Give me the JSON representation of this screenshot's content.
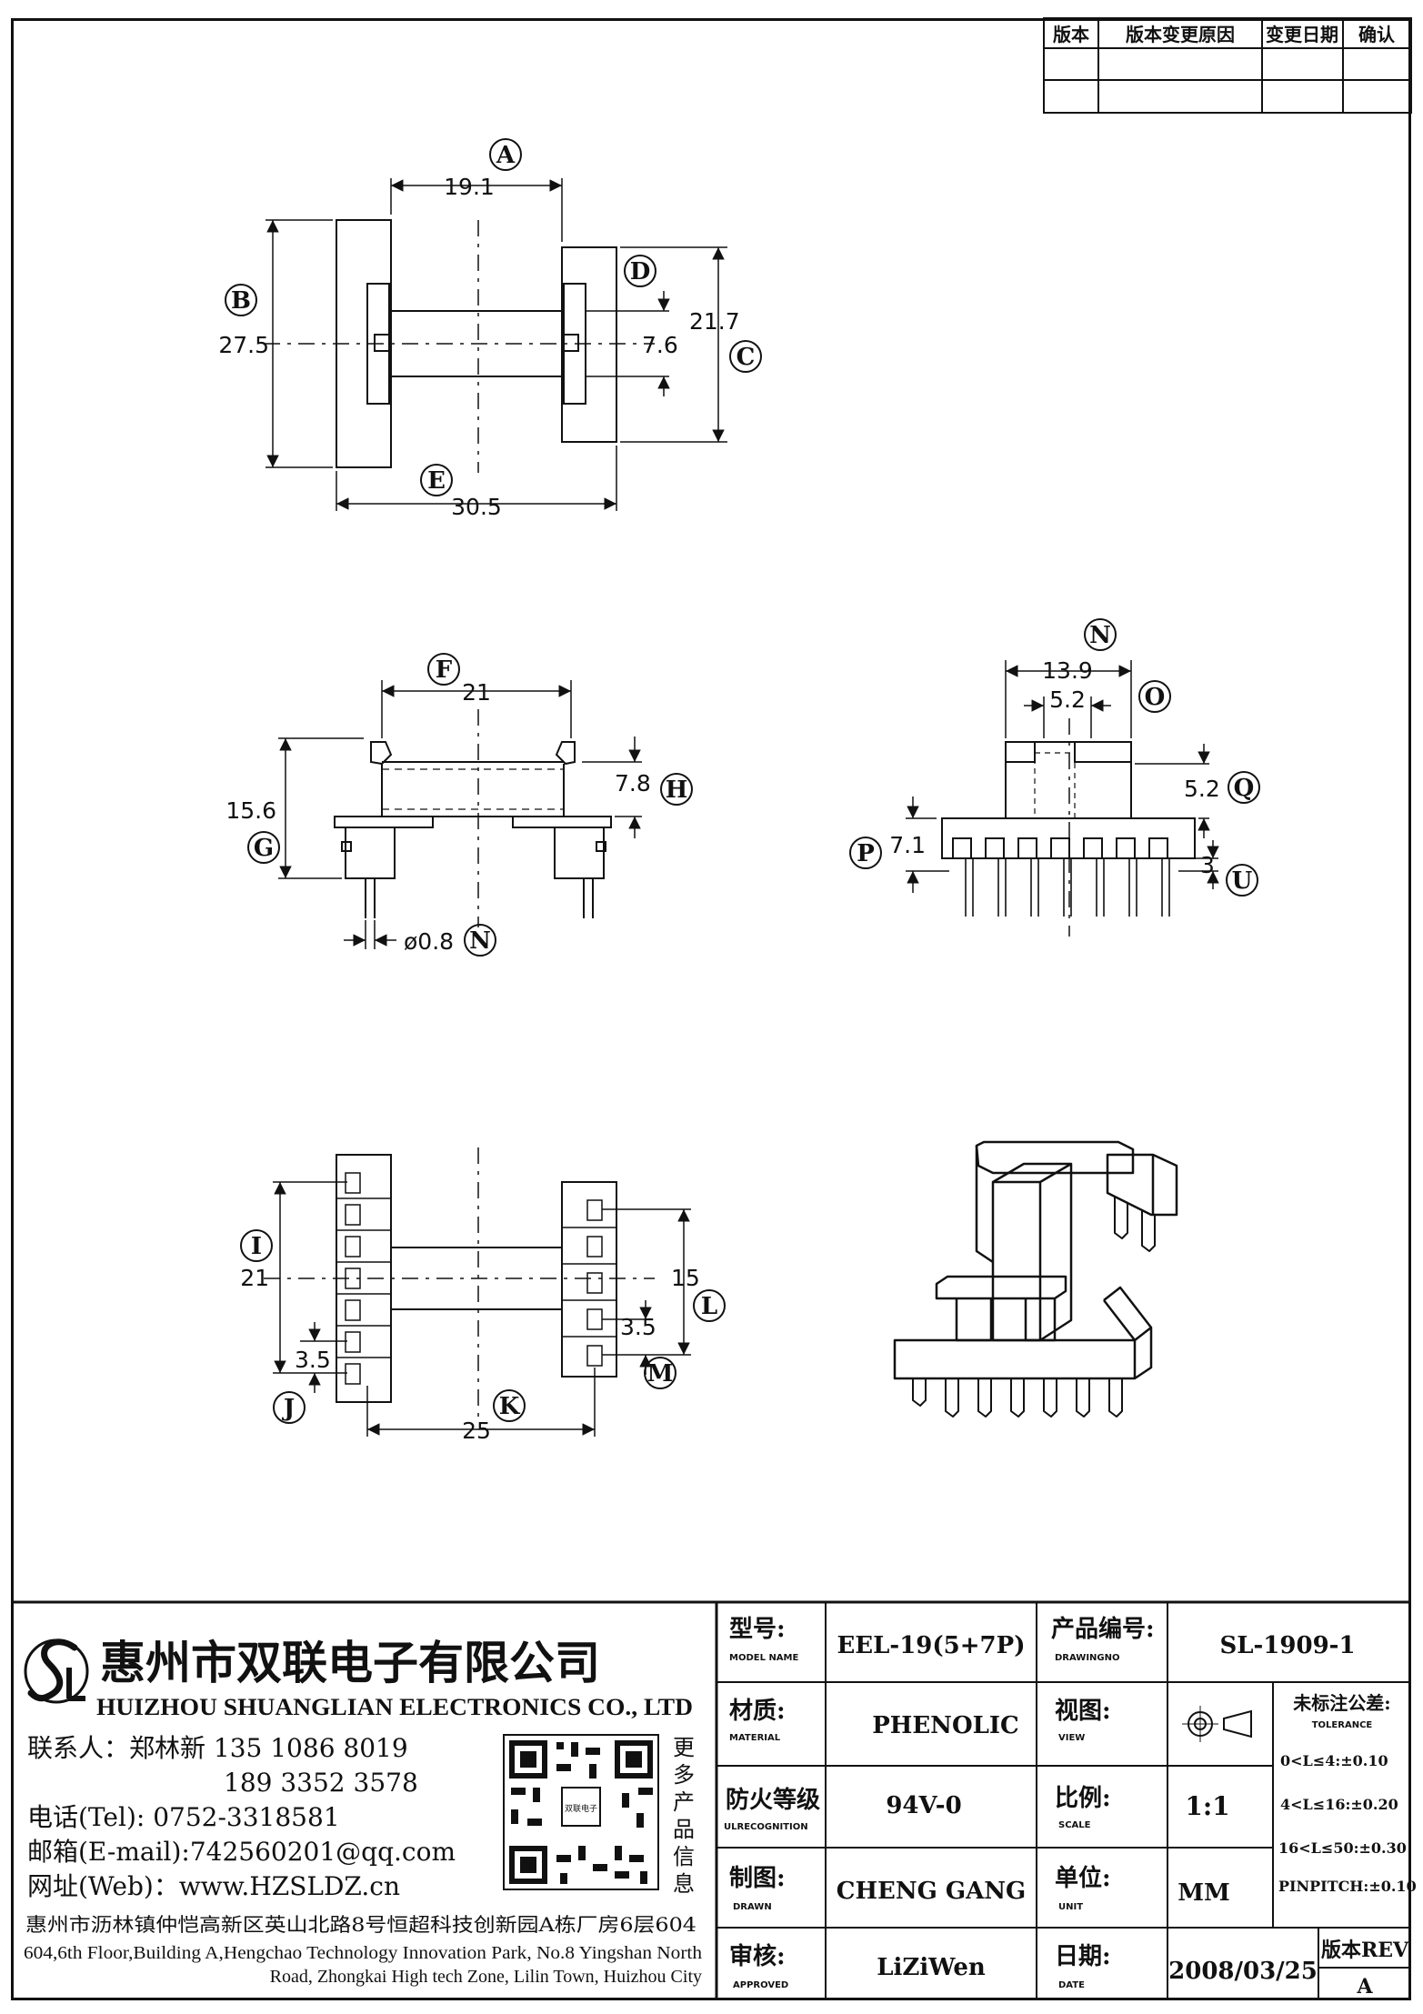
{
  "revision_table": {
    "headers": [
      "版本",
      "版本变更原因",
      "变更日期",
      "确认"
    ]
  },
  "views": {
    "top": {
      "dims": [
        "19.1",
        "27.5",
        "7.6",
        "21.7",
        "30.5"
      ],
      "callouts": [
        "A",
        "B",
        "C",
        "D",
        "E"
      ]
    },
    "front": {
      "dims": [
        "21",
        "15.6",
        "7.8",
        "ø0.8"
      ],
      "callouts": [
        "F",
        "G",
        "H",
        "N"
      ]
    },
    "side": {
      "dims": [
        "13.9",
        "5.2",
        "5.2",
        "7.1",
        "3"
      ],
      "callouts": [
        "N",
        "O",
        "Q",
        "P",
        "U"
      ]
    },
    "bottom": {
      "dims": [
        "21",
        "15",
        "3.5",
        "3.5",
        "25"
      ],
      "callouts": [
        "I",
        "L",
        "J",
        "M",
        "K"
      ]
    }
  },
  "company": {
    "name_cn": "惠州市双联电子有限公司",
    "name_en": "HUIZHOU SHUANGLIAN ELECTRONICS CO., LTD",
    "contact_person": "联系人：郑林新 135 1086 8019",
    "phone2": "189 3352 3578",
    "tel": "电话(Tel): 0752-3318581",
    "email": "邮箱(E-mail):742560201@qq.com",
    "web": "网址(Web)：www.HZSLDZ.cn",
    "address_cn": "惠州市沥林镇仲恺高新区英山北路8号恒超科技创新园A栋厂房6层604",
    "address_en_1": "604,6th Floor,Building A,Hengchao Technology Innovation Park, No.8 Yingshan North",
    "address_en_2": "Road, Zhongkai High tech Zone, Lilin Town, Huizhou City",
    "qr_side_text": [
      "更",
      "多",
      "产",
      "品",
      "信",
      "息"
    ],
    "qr_center": "双联电子"
  },
  "title_block": {
    "model_label": "型号:",
    "model_label_en": "MODEL NAME",
    "model_value": "EEL-19(5+7P)",
    "drawing_label": "产品编号:",
    "drawing_label_en": "DRAWINGNO",
    "drawing_value": "SL-1909-1",
    "material_label": "材质:",
    "material_label_en": "MATERIAL",
    "material_value": "PHENOLIC",
    "view_label": "视图:",
    "view_label_en": "VIEW",
    "tolerance_label": "未标注公差:",
    "tolerance_label_en": "TOLERANCE",
    "tolerance_lines": [
      "0<L≤4:±0.10",
      "4<L≤16:±0.20",
      "16<L≤50:±0.30",
      "PINPITCH:±0.10"
    ],
    "fire_label": "防火等级",
    "fire_label_en": "ULRECOGNITION",
    "fire_value": "94V-0",
    "scale_label": "比例:",
    "scale_label_en": "SCALE",
    "scale_value": "1:1",
    "drawn_label": "制图:",
    "drawn_label_en": "DRAWN",
    "drawn_value": "CHENG GANG",
    "unit_label": "单位:",
    "unit_label_en": "UNIT",
    "unit_value": "MM",
    "approved_label": "审核:",
    "approved_label_en": "APPROVED",
    "approved_value": "LiZiWen",
    "date_label": "日期:",
    "date_label_en": "DATE",
    "date_value": "2008/03/25",
    "rev_label": "版本REV",
    "rev_value": "A"
  }
}
